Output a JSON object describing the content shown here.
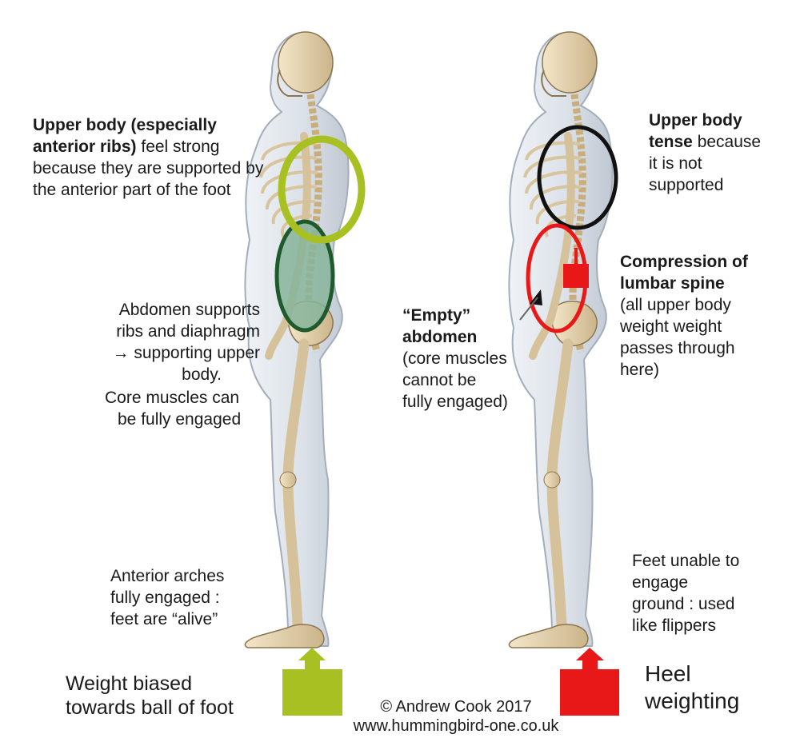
{
  "colors": {
    "forward_accent": "#a8c021",
    "abdomen_outline": "#1f5a2c",
    "abdomen_fill": "#86b49a",
    "heel_accent": "#e81818",
    "tension_outline": "#111111",
    "text": "#1a1a1a"
  },
  "icons": [
    "skeleton-figure",
    "up-arrow",
    "ellipse-highlight",
    "square-marker"
  ],
  "left_figure": {
    "upper_body_bold": "Upper body (especially anterior ribs)",
    "upper_body_rest": " feel strong because they are supported by the anterior part of the foot",
    "abdomen_line1": "Abdomen supports",
    "abdomen_line2": "ribs and diaphragm",
    "abdomen_line3": "→ supporting upper",
    "abdomen_line4": "body.",
    "core_line1": "Core muscles can",
    "core_line2": "be fully engaged",
    "arches_line1": "Anterior arches",
    "arches_line2": "fully engaged :",
    "arches_line3": "feet are “alive”",
    "weight_line1": "Weight biased",
    "weight_line2": "towards ball of foot"
  },
  "right_figure": {
    "upper_bold_1": "Upper body",
    "upper_bold_2": "tense",
    "upper_rest_1": " because",
    "upper_line3": "it is not",
    "upper_line4": "supported",
    "compression_bold_1": "Compression of",
    "compression_bold_2": "lumbar spine",
    "compression_line3": "(all upper body",
    "compression_line4": "weight  weight",
    "compression_line5": "passes through",
    "compression_line6": "here)",
    "empty_bold_1": "“Empty”",
    "empty_bold_2": "abdomen",
    "empty_line3": "(core muscles",
    "empty_line4": "cannot be",
    "empty_line5": "fully engaged)",
    "feet_line1": "Feet unable to",
    "feet_line2": "engage",
    "feet_line3": "ground :  used",
    "feet_line4": "like flippers",
    "heel_line1": "Heel",
    "heel_line2": "weighting"
  },
  "credit": {
    "line1": "© Andrew Cook 2017",
    "line2": "www.hummingbird-one.co.uk"
  }
}
